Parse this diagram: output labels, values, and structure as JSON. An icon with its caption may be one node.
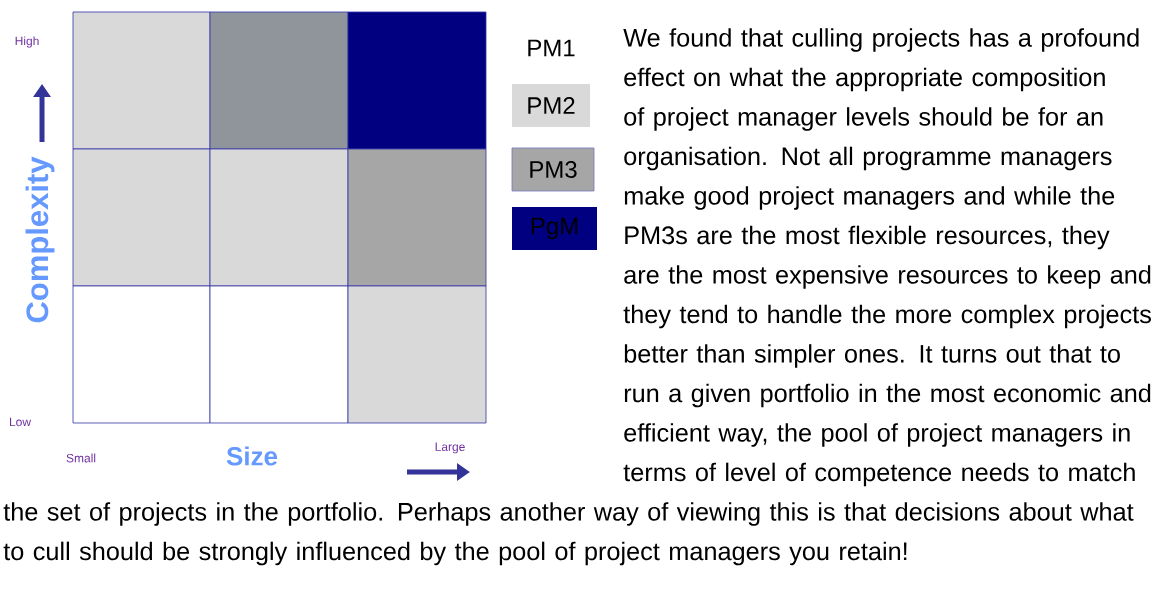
{
  "diagram": {
    "labels": [
      "High",
      "Complexity",
      "Low",
      "Small",
      "Size",
      "Large",
      "We found that culling projects has a profound effect on what the appropriate composition of project manager levels should be for an organisation.  Not all programme managers make good project managers and while the PM3s are the most flexible resources, they are the most expensive resources to keep and they tend to handle the more complex projects better than simpler ones.  It turns out that to run a given portfolio in the most economic and efficient way, the pool of project managers in terms of level of competence needs to match the set of projects in the portfolio.  Perhaps another way of viewing this is that decisions about what to cull should be strongly influenced by the pool of project managers you retain!"
    ],
    "legend": [
      {
        "text": "PM1"
      },
      {
        "text": "PM2",
        "color": "#d9d9d9"
      },
      {
        "text": "PM3",
        "color": "#a6a6a6"
      },
      {
        "text": "PgM",
        "color": "#000080"
      }
    ]
  }
}
